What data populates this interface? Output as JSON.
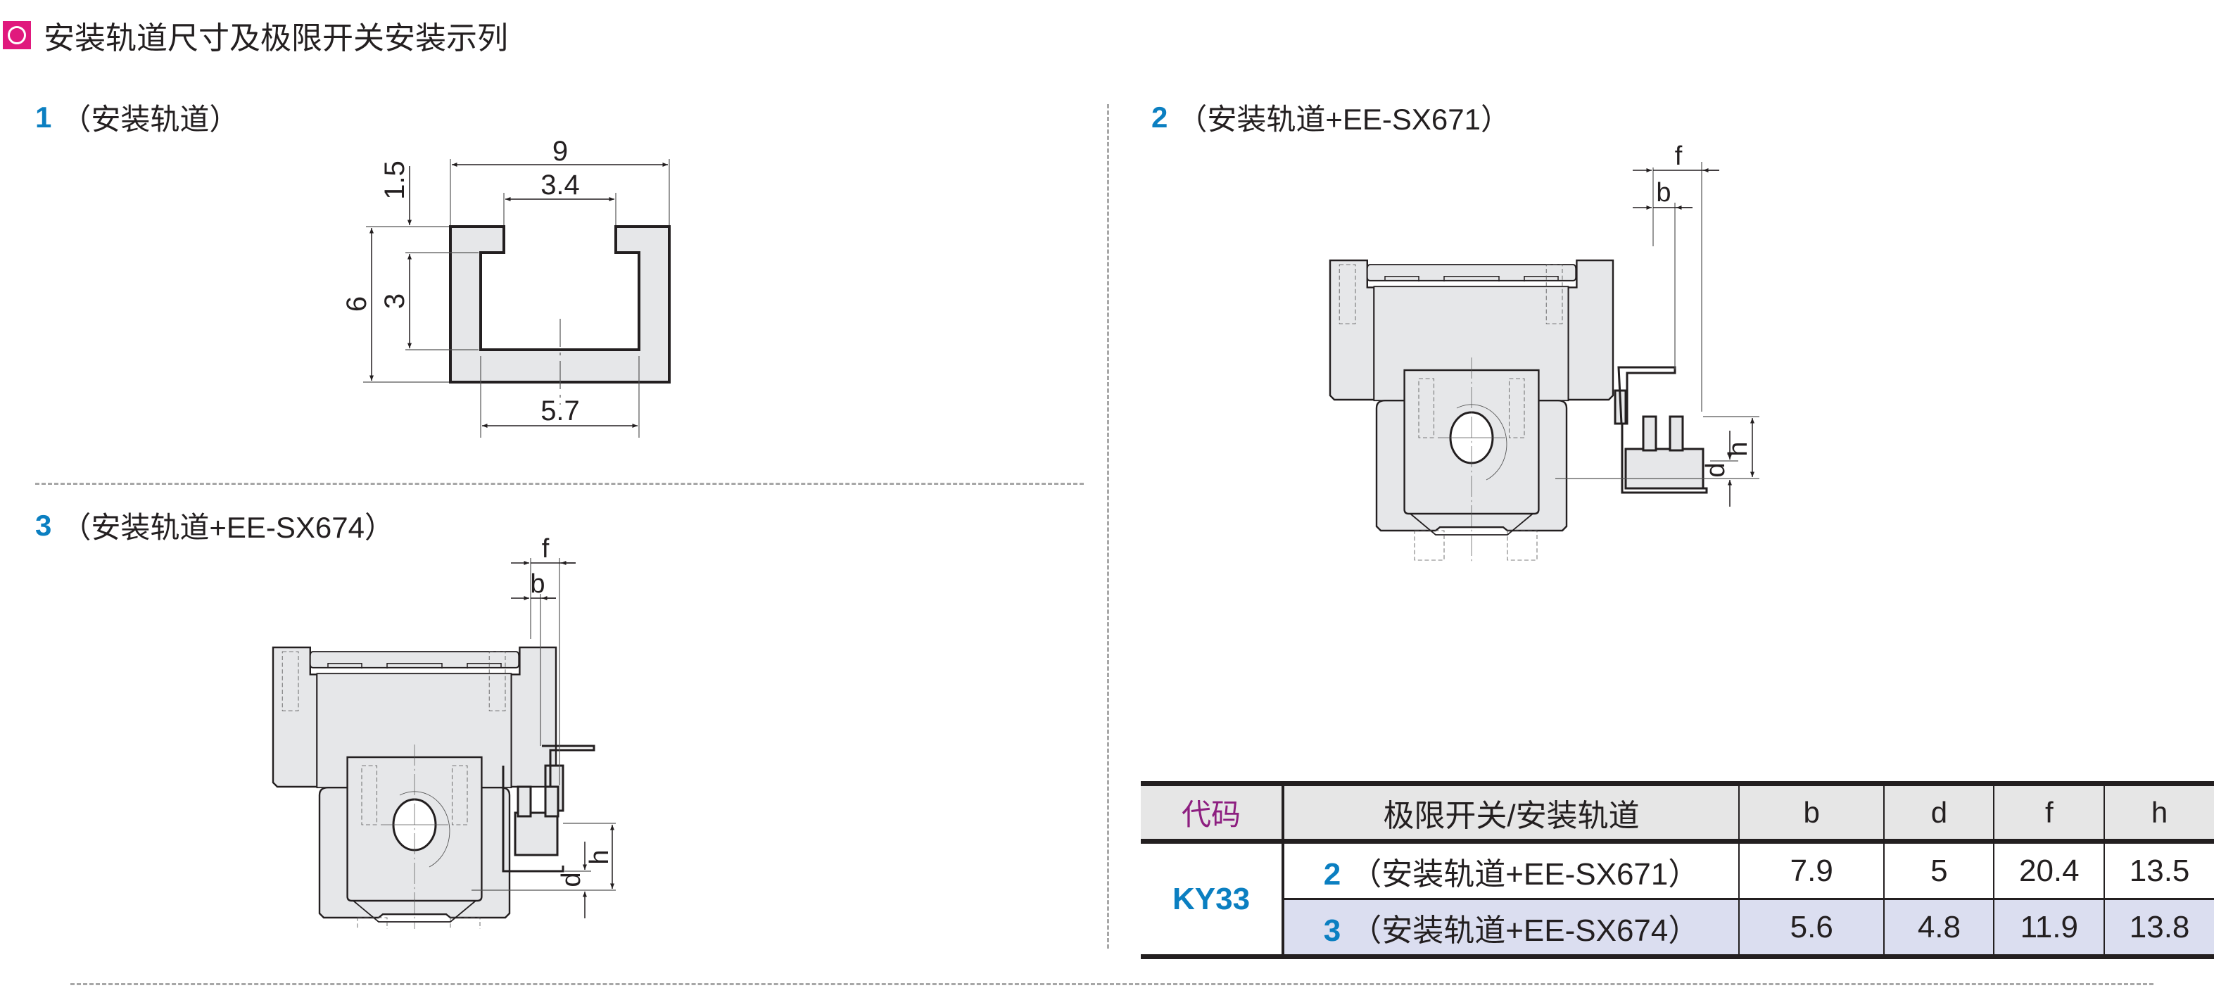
{
  "page_title": "安装轨道尺寸及极限开关安装示列",
  "icons": {
    "title_icon": "circle-marker-icon",
    "title_icon_color": "#e0197d"
  },
  "colors": {
    "accent_blue": "#0b7fc1",
    "code_purple": "#8d1e80",
    "part_fill": "#e6e7e9",
    "row_shade": "#dbdef0"
  },
  "sections": [
    {
      "num": "1",
      "label": "（安装轨道）"
    },
    {
      "num": "2",
      "label": "（安装轨道+EE-SX671）"
    },
    {
      "num": "3",
      "label": "（安装轨道+EE-SX674）"
    }
  ],
  "rail_dimensions": {
    "width_total": "9",
    "opening": "3.4",
    "lip": "1.5",
    "height_total": "6",
    "inner_height": "3",
    "inner_width": "5.7"
  },
  "assembly_dims": {
    "b": "b",
    "f": "f",
    "d": "d",
    "h": "h"
  },
  "table": {
    "headers": [
      "代码",
      "极限开关/安装轨道",
      "b",
      "d",
      "f",
      "h"
    ],
    "code": "KY33",
    "rows": [
      {
        "num": "2",
        "desc": "（安装轨道+EE-SX671）",
        "b": "7.9",
        "d": "5",
        "f": "20.4",
        "h": "13.5"
      },
      {
        "num": "3",
        "desc": "（安装轨道+EE-SX674）",
        "b": "5.6",
        "d": "4.8",
        "f": "11.9",
        "h": "13.8"
      }
    ]
  }
}
